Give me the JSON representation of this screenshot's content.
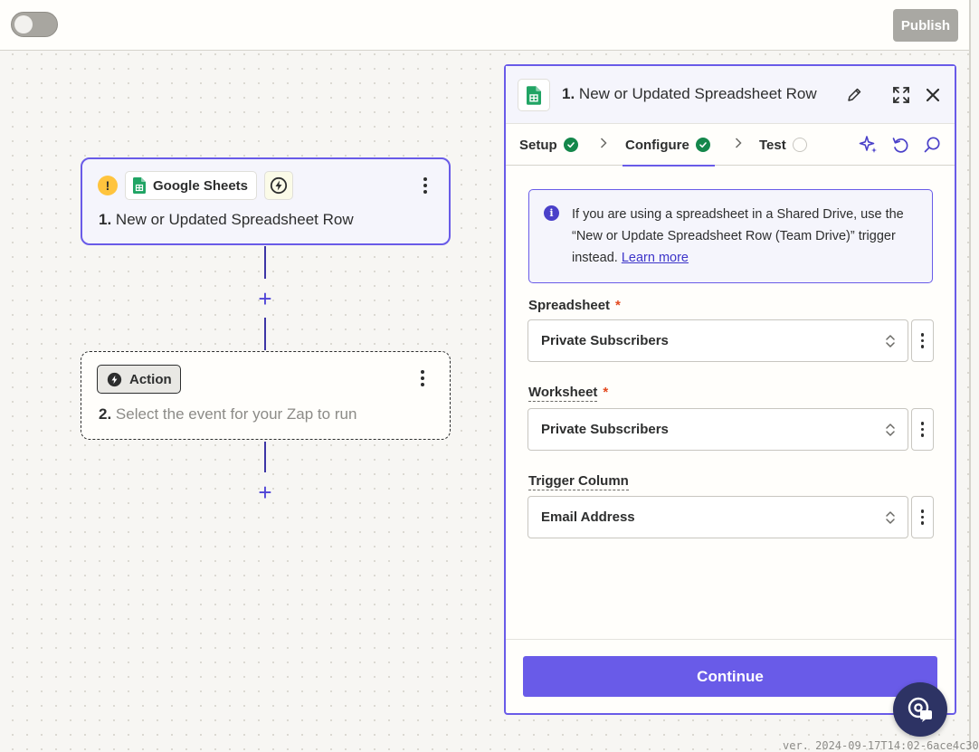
{
  "topbar": {
    "toggle_on": false,
    "publish_label": "Publish"
  },
  "canvas": {
    "trigger": {
      "app_name": "Google Sheets",
      "step_number": "1.",
      "title": "New or Updated Spreadsheet Row",
      "status": "warning"
    },
    "action": {
      "chip_label": "Action",
      "step_number": "2.",
      "placeholder": "Select the event for your Zap to run"
    }
  },
  "panel": {
    "step_number": "1.",
    "title": "New or Updated Spreadsheet Row",
    "tabs": [
      {
        "label": "Setup",
        "status": "complete"
      },
      {
        "label": "Configure",
        "status": "complete",
        "active": true
      },
      {
        "label": "Test",
        "status": "pending"
      }
    ],
    "info": {
      "text": "If you are using a spreadsheet in a Shared Drive, use the “New or Update Spreadsheet Row (Team Drive)” trigger instead.",
      "link": "Learn more"
    },
    "fields": [
      {
        "label": "Spreadsheet",
        "required": true,
        "value": "Private Subscribers"
      },
      {
        "label": "Worksheet",
        "required": true,
        "value": "Private Subscribers"
      },
      {
        "label": "Trigger Column",
        "required": false,
        "value": "Email Address"
      }
    ],
    "required_marker": "*",
    "continue_label": "Continue"
  },
  "footer": {
    "version": "ver. 2024-09-17T14:02-6ace4c30"
  },
  "colors": {
    "accent": "#695be8",
    "success": "#14874b",
    "warning": "#ffc43e",
    "required": "#e3491f"
  }
}
